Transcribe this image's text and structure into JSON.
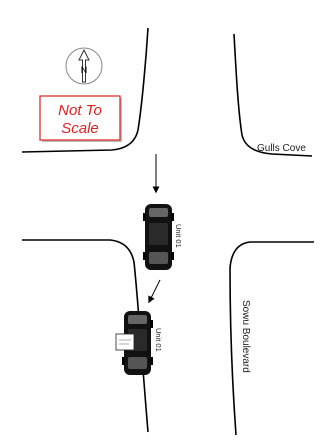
{
  "diagram": {
    "north_letter": "N",
    "scale_label_line1": "Not To",
    "scale_label_line2": "Scale",
    "roads": {
      "cross_street": "Gulls Cove",
      "main_street": "Sowu Boulevard"
    },
    "vehicles": [
      {
        "label": "Unit 01"
      },
      {
        "label": "Unit 01"
      }
    ],
    "colors": {
      "road_line": "#000000",
      "scale_text": "#dd2222",
      "vehicle_body": "#111111"
    },
    "icons": [
      "north-compass-icon",
      "arrow-down-icon",
      "arrow-down-left-icon",
      "car-icon"
    ]
  }
}
